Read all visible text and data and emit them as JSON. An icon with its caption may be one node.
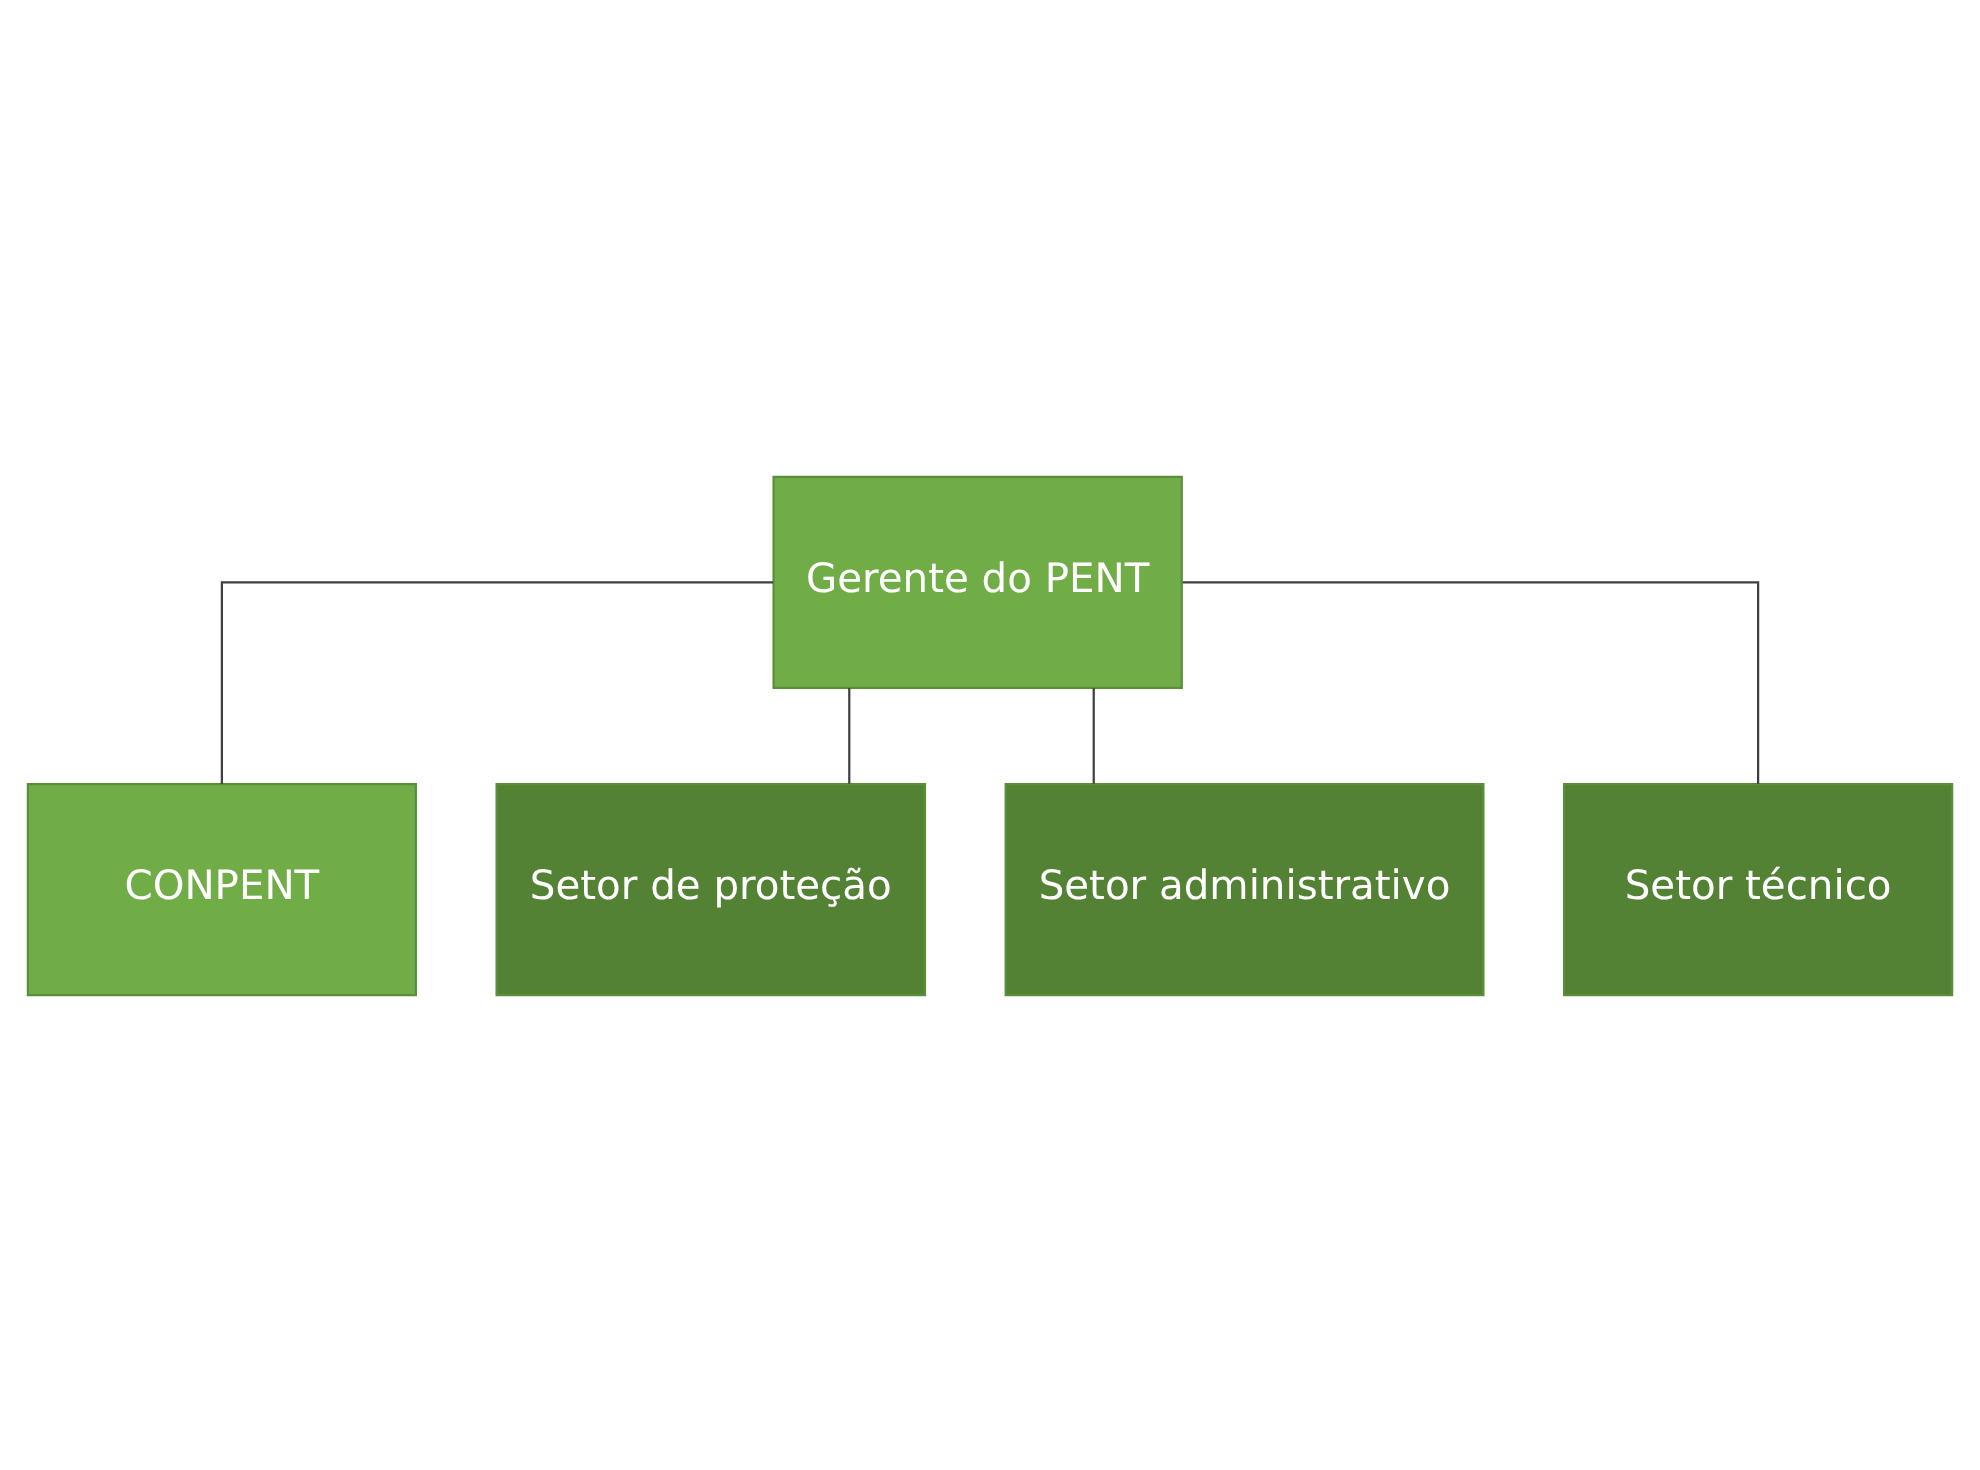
{
  "diagram": {
    "nodes": [
      {
        "text": [
          "Gerente do PENT"
        ]
      },
      {
        "text": [
          "CONPENT"
        ]
      },
      {
        "text": [
          "Setor de proteção"
        ]
      },
      {
        "text": [
          "Setor administrativo"
        ]
      },
      {
        "text": [
          "Setor técnico"
        ]
      }
    ],
    "edges": [
      {
        "from": 0,
        "to": 1,
        "arrow": "none"
      },
      {
        "from": 0,
        "to": 2,
        "arrow": "none"
      },
      {
        "from": 0,
        "to": 3,
        "arrow": "none"
      },
      {
        "from": 0,
        "to": 4,
        "arrow": "none"
      }
    ]
  }
}
